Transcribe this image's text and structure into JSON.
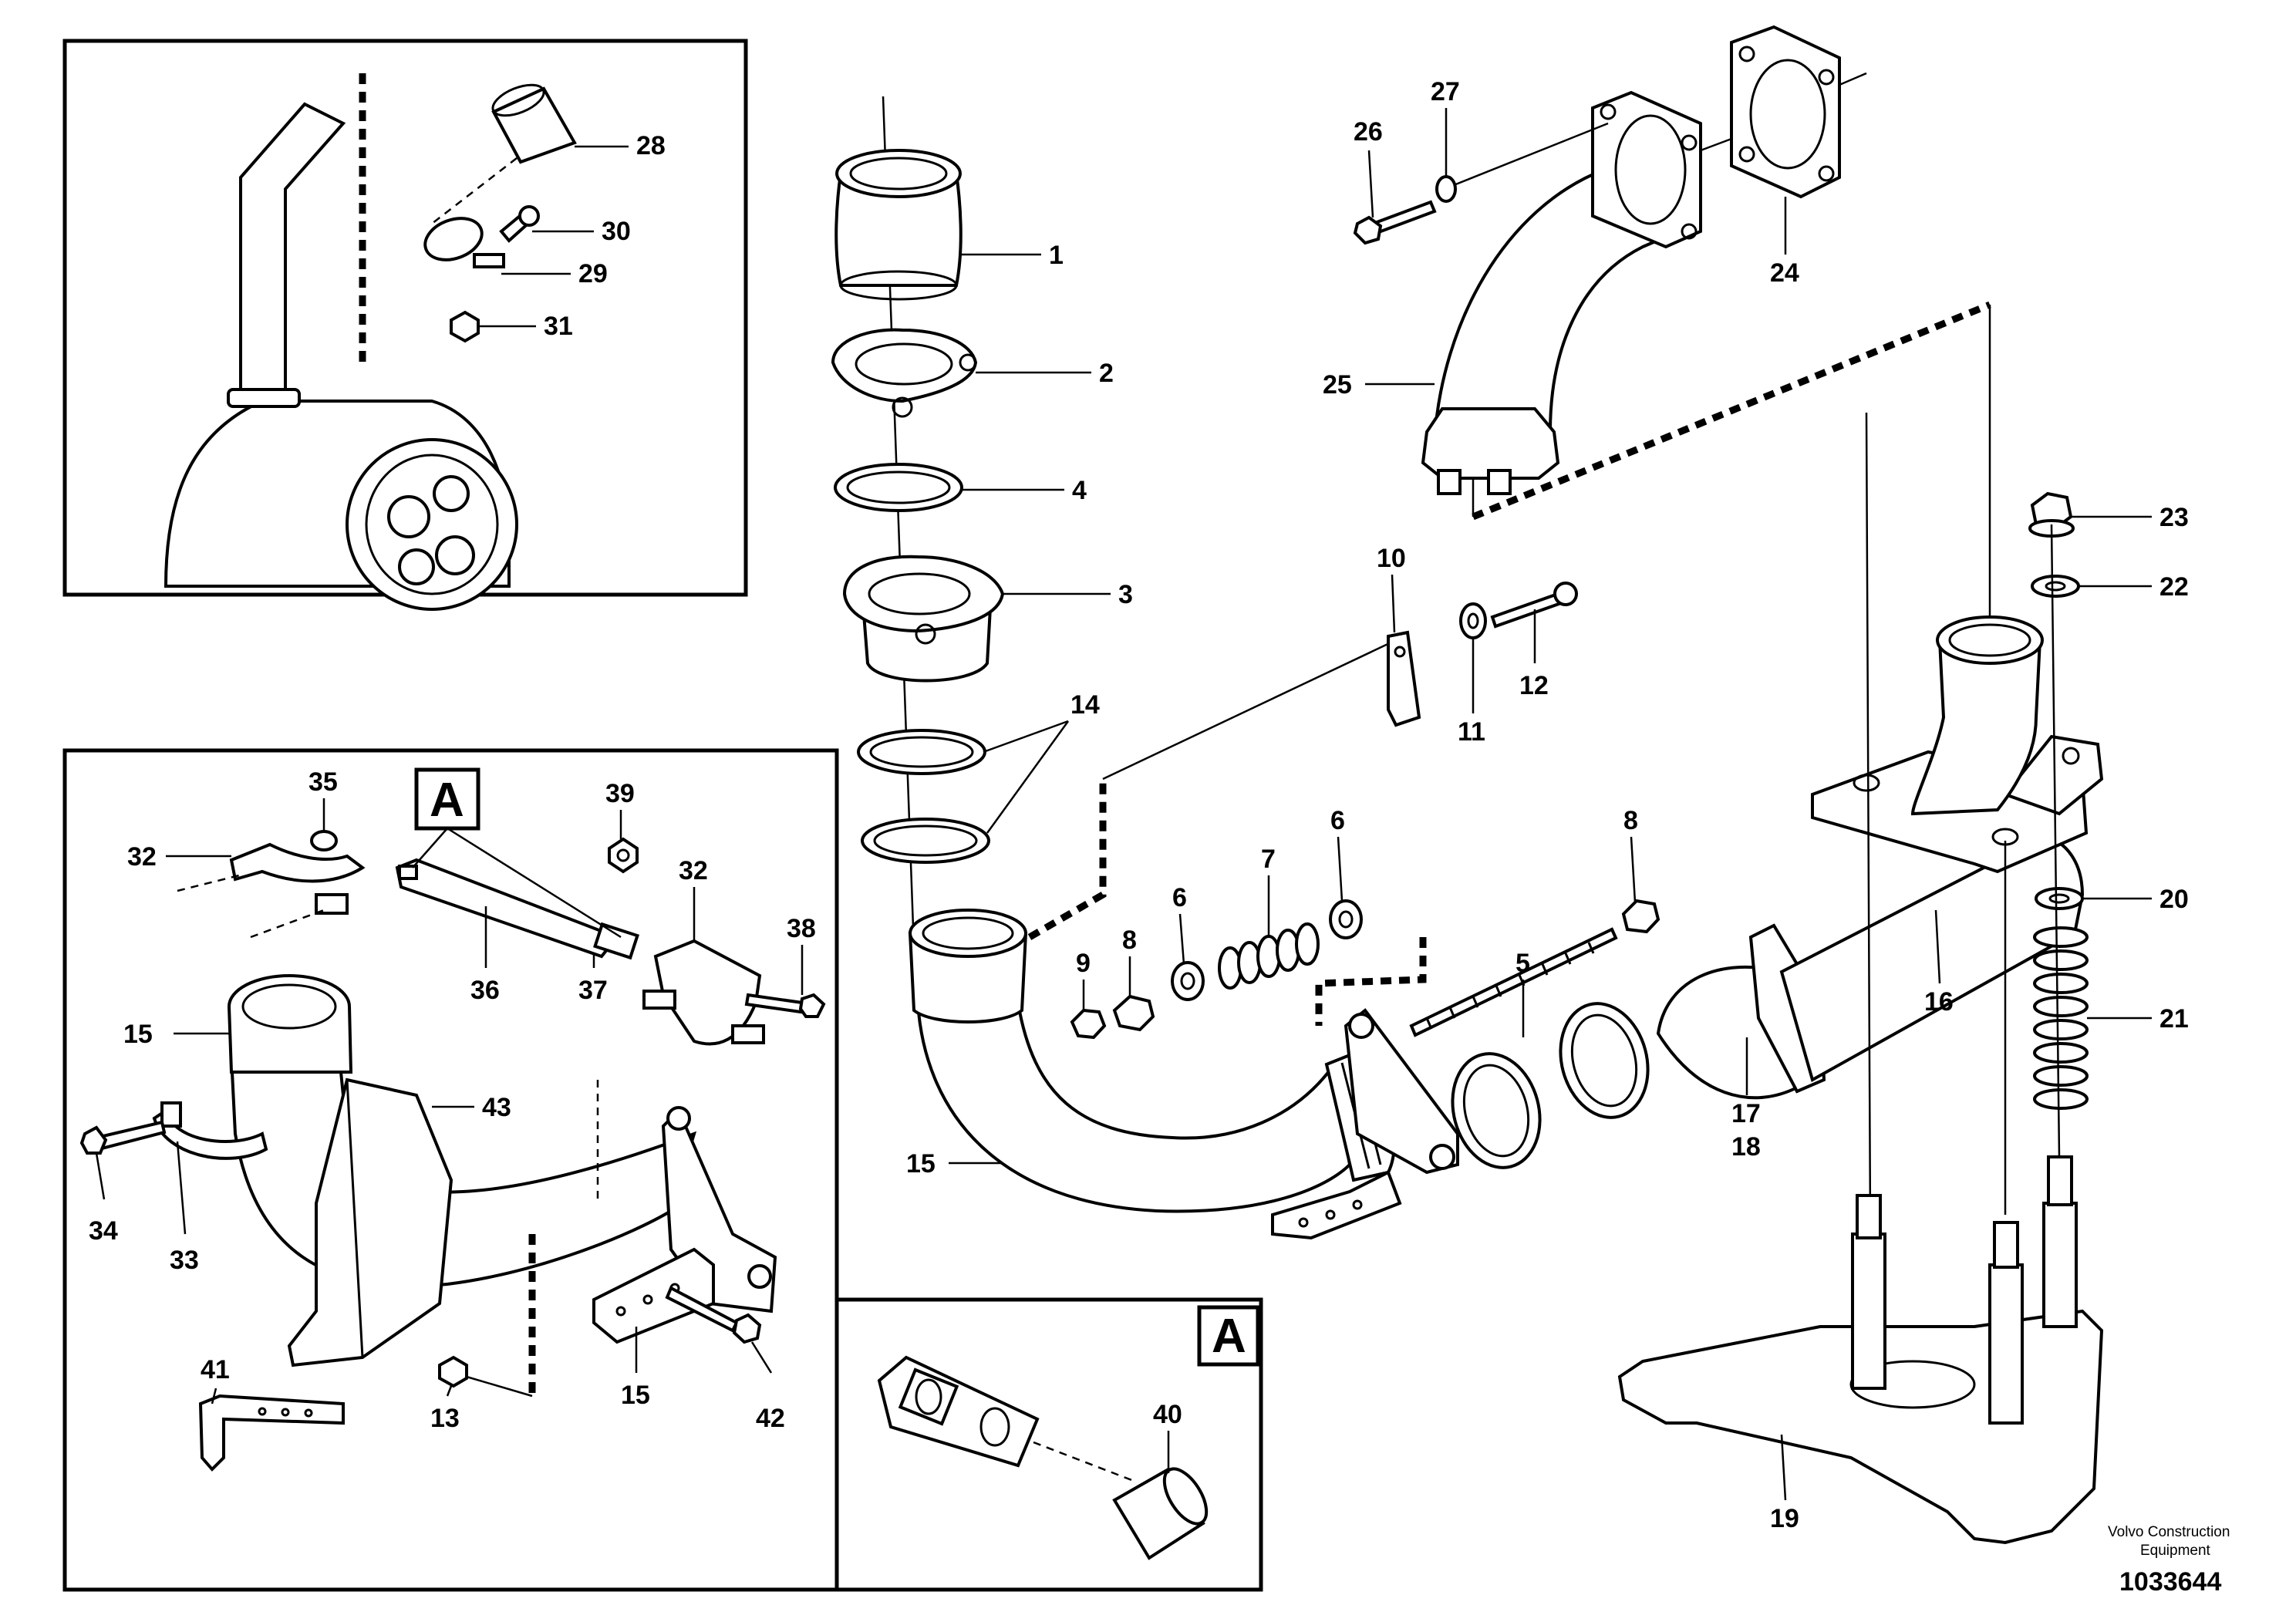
{
  "view_letter": "A",
  "credit": {
    "line1": "Volvo Construction",
    "line2": "Equipment"
  },
  "doc_number": "1033644",
  "callouts": {
    "c1": "1",
    "c2": "2",
    "c3": "3",
    "c4": "4",
    "c5": "5",
    "c6a": "6",
    "c6b": "6",
    "c7": "7",
    "c8a": "8",
    "c8b": "8",
    "c9": "9",
    "c10": "10",
    "c11": "11",
    "c12": "12",
    "c14": "14",
    "c15main": "15",
    "c16": "16",
    "c17": "17",
    "c18": "18",
    "c19": "19",
    "c20": "20",
    "c21": "21",
    "c22": "22",
    "c23": "23",
    "c24": "24",
    "c25": "25",
    "c26": "26",
    "c27": "27",
    "c28": "28",
    "c29": "29",
    "c30": "30",
    "c31": "31",
    "c13": "13",
    "c15a": "15",
    "c15b": "15",
    "c32a": "32",
    "c32b": "32",
    "c33": "33",
    "c34": "34",
    "c35": "35",
    "c36": "36",
    "c37": "37",
    "c38": "38",
    "c39": "39",
    "c40": "40",
    "c41": "41",
    "c42": "42",
    "c43": "43"
  }
}
